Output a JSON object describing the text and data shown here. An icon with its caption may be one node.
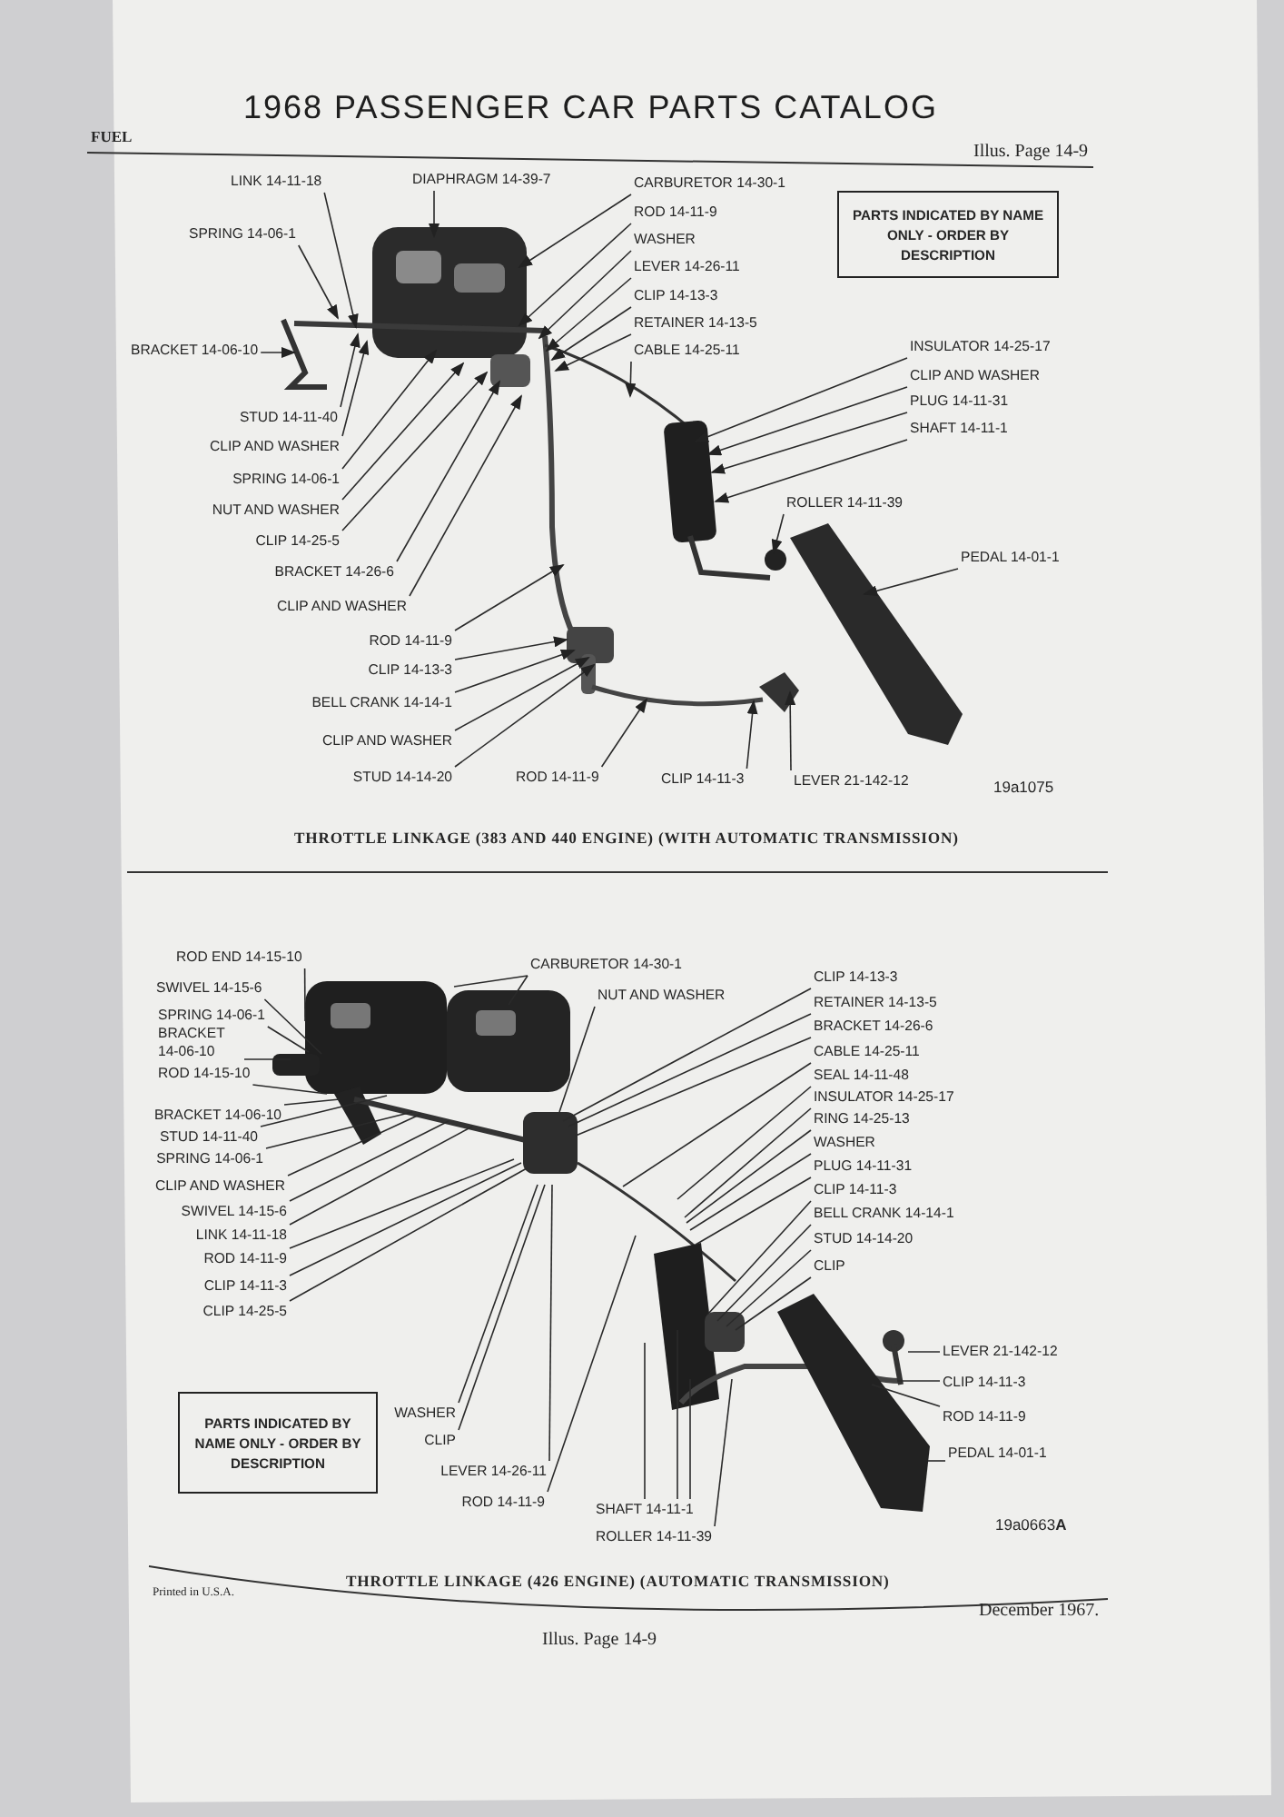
{
  "diagram": {
    "title": "1968 PASSENGER CAR PARTS CATALOG",
    "nodes": [
      {
        "text": [
          "LINK 14-11-18"
        ]
      },
      {
        "text": [
          "DIAPHRAGM 14-39-7"
        ]
      },
      {
        "text": [
          "CARBURETOR 14-30-1"
        ]
      },
      {
        "text": [
          "PARTS INDICATED BY NAME ONLY - ORDER BY DESCRIPTION"
        ]
      },
      {
        "text": [
          "SPRING 14-06-1"
        ]
      },
      {
        "text": [
          "ROD 14-11-9"
        ]
      },
      {
        "text": [
          "WASHER"
        ]
      },
      {
        "text": [
          "LEVER 14-26-11"
        ]
      },
      {
        "text": [
          "CLIP 14-13-3"
        ]
      },
      {
        "text": [
          "RETAINER 14-13-5"
        ]
      },
      {
        "text": [
          "BRACKET 14-06-10"
        ]
      },
      {
        "text": [
          "CABLE 14-25-11"
        ]
      },
      {
        "text": [
          "INSULATOR 14-25-17"
        ]
      },
      {
        "text": [
          "CLIP AND WASHER"
        ]
      },
      {
        "text": [
          "PLUG 14-11-31"
        ]
      },
      {
        "text": [
          "SHAFT 14-11-1"
        ]
      },
      {
        "text": [
          "STUD 14-11-40"
        ]
      },
      {
        "text": [
          "CLIP AND WASHER"
        ]
      },
      {
        "text": [
          "SPRING 14-06-1"
        ]
      },
      {
        "text": [
          "ROLLER 14-11-39"
        ]
      },
      {
        "text": [
          "NUT AND WASHER"
        ]
      },
      {
        "text": [
          "CLIP 14-25-5"
        ]
      },
      {
        "text": [
          "PEDAL 14-01-1"
        ]
      },
      {
        "text": [
          "BRACKET 14-26-6"
        ]
      },
      {
        "text": [
          "CLIP AND WASHER"
        ]
      },
      {
        "text": [
          "ROD 14-11-9"
        ]
      },
      {
        "text": [
          "CLIP 14-13-3"
        ]
      },
      {
        "text": [
          "BELL CRANK 14-14-1"
        ]
      },
      {
        "text": [
          "CLIP AND WASHER"
        ]
      },
      {
        "text": [
          "STUD 14-14-20"
        ]
      },
      {
        "text": [
          "ROD 14-11-9"
        ]
      },
      {
        "text": [
          "CLIP 14-11-3"
        ]
      },
      {
        "text": [
          "LEVER 21-142-12"
        ]
      },
      {
        "text": [
          "ROD END 14-15-10"
        ]
      },
      {
        "text": [
          "CARBURETOR 14-30-1"
        ]
      },
      {
        "text": [
          "CLIP 14-13-3"
        ]
      },
      {
        "text": [
          "SWIVEL 14-15-6"
        ]
      },
      {
        "text": [
          "NUT AND WASHER"
        ]
      },
      {
        "text": [
          "RETAINER 14-13-5"
        ]
      },
      {
        "text": [
          "SPRING 14-06-1"
        ]
      },
      {
        "text": [
          "BRACKET 14-26-6"
        ]
      },
      {
        "text": [
          "BRACKET 14-06-10"
        ]
      },
      {
        "text": [
          "CABLE 14-25-11"
        ]
      },
      {
        "text": [
          "ROD 14-15-10"
        ]
      },
      {
        "text": [
          "SEAL 14-11-48"
        ]
      },
      {
        "text": [
          "INSULATOR 14-25-17"
        ]
      },
      {
        "text": [
          "BRACKET 14-06-10"
        ]
      },
      {
        "text": [
          "RING 14-25-13"
        ]
      },
      {
        "text": [
          "STUD 14-11-40"
        ]
      },
      {
        "text": [
          "WASHER"
        ]
      },
      {
        "text": [
          "SPRING 14-06-1"
        ]
      },
      {
        "text": [
          "PLUG 14-11-31"
        ]
      },
      {
        "text": [
          "CLIP AND WASHER"
        ]
      },
      {
        "text": [
          "CLIP 14-11-3"
        ]
      },
      {
        "text": [
          "SWIVEL 14-15-6"
        ]
      },
      {
        "text": [
          "BELL CRANK 14-14-1"
        ]
      },
      {
        "text": [
          "LINK 14-11-18"
        ]
      },
      {
        "text": [
          "STUD 14-14-20"
        ]
      },
      {
        "text": [
          "ROD 14-11-9"
        ]
      },
      {
        "text": [
          "CLIP"
        ]
      },
      {
        "text": [
          "CLIP 14-11-3"
        ]
      },
      {
        "text": [
          "CLIP 14-25-5"
        ]
      },
      {
        "text": [
          "LEVER 21-142-12"
        ]
      },
      {
        "text": [
          "CLIP 14-11-3"
        ]
      },
      {
        "text": [
          "PARTS INDICATED BY NAME ONLY - ORDER BY DESCRIPTION"
        ]
      },
      {
        "text": [
          "WASHER"
        ]
      },
      {
        "text": [
          "ROD 14-11-9"
        ]
      },
      {
        "text": [
          "CLIP"
        ]
      },
      {
        "text": [
          "PEDAL 14-01-1"
        ]
      },
      {
        "text": [
          "LEVER 14-26-11"
        ]
      },
      {
        "text": [
          "ROD 14-11-9"
        ]
      },
      {
        "text": [
          "SHAFT 14-11-1"
        ]
      },
      {
        "text": [
          "ROLLER 14-11-39"
        ]
      }
    ],
    "edges": [
      {
        "from": 0,
        "to": null,
        "arrow": "to"
      },
      {
        "from": 1,
        "to": null,
        "arrow": "to"
      },
      {
        "from": 2,
        "to": null,
        "arrow": "to"
      },
      {
        "from": 4,
        "to": null,
        "arrow": "to"
      },
      {
        "from": 5,
        "to": null,
        "arrow": "to"
      },
      {
        "from": 6,
        "to": null,
        "arrow": "to"
      },
      {
        "from": 7,
        "to": null,
        "arrow": "to"
      },
      {
        "from": 8,
        "to": null,
        "arrow": "to"
      },
      {
        "from": 9,
        "to": null,
        "arrow": "to"
      },
      {
        "from": 10,
        "to": null,
        "arrow": "to"
      },
      {
        "from": 11,
        "to": null,
        "arrow": "to"
      },
      {
        "from": 12,
        "to": null,
        "arrow": "to"
      },
      {
        "from": 13,
        "to": null,
        "arrow": "to"
      },
      {
        "from": 14,
        "to": null,
        "arrow": "to"
      },
      {
        "from": 15,
        "to": null,
        "arrow": "to"
      },
      {
        "from": 16,
        "to": null,
        "arrow": "to"
      },
      {
        "from": 17,
        "to": null,
        "arrow": "to"
      },
      {
        "from": 18,
        "to": null,
        "arrow": "to"
      },
      {
        "from": 19,
        "to": null,
        "arrow": "to"
      },
      {
        "from": 20,
        "to": null,
        "arrow": "to"
      },
      {
        "from": 21,
        "to": null,
        "arrow": "to"
      },
      {
        "from": 22,
        "to": null,
        "arrow": "to"
      },
      {
        "from": 23,
        "to": null,
        "arrow": "to"
      },
      {
        "from": 24,
        "to": null,
        "arrow": "to"
      },
      {
        "from": 25,
        "to": null,
        "arrow": "to"
      },
      {
        "from": 26,
        "to": null,
        "arrow": "to"
      },
      {
        "from": 27,
        "to": null,
        "arrow": "to"
      },
      {
        "from": 28,
        "to": null,
        "arrow": "to"
      },
      {
        "from": 29,
        "to": null,
        "arrow": "to"
      },
      {
        "from": 30,
        "to": null,
        "arrow": "to"
      },
      {
        "from": 31,
        "to": null,
        "arrow": "to"
      },
      {
        "from": 32,
        "to": null,
        "arrow": "to"
      },
      {
        "from": 33,
        "to": null,
        "arrow": "none"
      },
      {
        "from": 34,
        "to": null,
        "arrow": "none"
      },
      {
        "from": 34,
        "to": null,
        "arrow": "none"
      },
      {
        "from": 35,
        "to": null,
        "arrow": "none"
      },
      {
        "from": 36,
        "to": null,
        "arrow": "none"
      },
      {
        "from": 37,
        "to": null,
        "arrow": "none"
      },
      {
        "from": 38,
        "to": null,
        "arrow": "none"
      },
      {
        "from": 39,
        "to": null,
        "arrow": "none"
      },
      {
        "from": 40,
        "to": null,
        "arrow": "none"
      },
      {
        "from": 41,
        "to": null,
        "arrow": "none"
      },
      {
        "from": 42,
        "to": null,
        "arrow": "none"
      },
      {
        "from": 43,
        "to": null,
        "arrow": "none"
      },
      {
        "from": 44,
        "to": null,
        "arrow": "none"
      },
      {
        "from": 45,
        "to": null,
        "arrow": "none"
      },
      {
        "from": 46,
        "to": null,
        "arrow": "none"
      },
      {
        "from": 47,
        "to": null,
        "arrow": "none"
      },
      {
        "from": 48,
        "to": null,
        "arrow": "none"
      },
      {
        "from": 49,
        "to": null,
        "arrow": "none"
      },
      {
        "from": 50,
        "to": null,
        "arrow": "none"
      },
      {
        "from": 51,
        "to": null,
        "arrow": "none"
      },
      {
        "from": 52,
        "to": null,
        "arrow": "none"
      },
      {
        "from": 53,
        "to": null,
        "arrow": "none"
      },
      {
        "from": 54,
        "to": null,
        "arrow": "none"
      },
      {
        "from": 55,
        "to": null,
        "arrow": "none"
      },
      {
        "from": 56,
        "to": null,
        "arrow": "none"
      },
      {
        "from": 57,
        "to": null,
        "arrow": "none"
      },
      {
        "from": 58,
        "to": null,
        "arrow": "none"
      },
      {
        "from": 59,
        "to": null,
        "arrow": "none"
      },
      {
        "from": 60,
        "to": null,
        "arrow": "none"
      },
      {
        "from": 61,
        "to": null,
        "arrow": "none"
      },
      {
        "from": 62,
        "to": null,
        "arrow": "none"
      },
      {
        "from": 63,
        "to": null,
        "arrow": "none"
      },
      {
        "from": 65,
        "to": null,
        "arrow": "none"
      },
      {
        "from": 66,
        "to": null,
        "arrow": "none"
      },
      {
        "from": 67,
        "to": null,
        "arrow": "none"
      },
      {
        "from": 68,
        "to": null,
        "arrow": "none"
      },
      {
        "from": 69,
        "to": null,
        "arrow": "none"
      },
      {
        "from": 70,
        "to": null,
        "arrow": "none"
      },
      {
        "from": 71,
        "to": null,
        "arrow": "none"
      },
      {
        "from": 71,
        "to": null,
        "arrow": "none"
      },
      {
        "from": 71,
        "to": null,
        "arrow": "none"
      },
      {
        "from": 72,
        "to": null,
        "arrow": "none"
      }
    ],
    "labels": [
      "FUEL",
      "Illus. Page 14-9",
      "19a1075",
      "THROTTLE LINKAGE (383 AND 440 ENGINE) (WITH AUTOMATIC TRANSMISSION)",
      "19a0663**A**",
      "THROTTLE LINKAGE (426 ENGINE) (AUTOMATIC TRANSMISSION)",
      "Printed in U.S.A.",
      "December 1967.",
      "Illus. Page 14-9"
    ]
  }
}
